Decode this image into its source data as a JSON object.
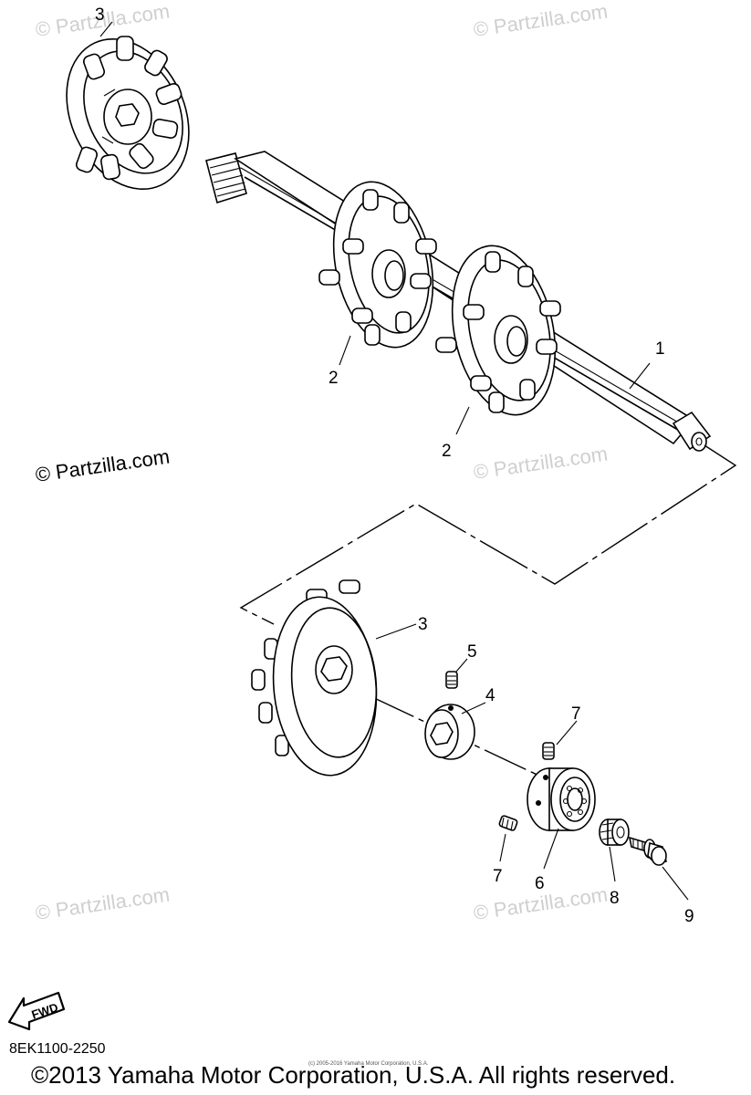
{
  "watermarks": {
    "faint": "© Partzilla.com",
    "strong": "© Partzilla.com"
  },
  "callouts": {
    "shaft": "1",
    "sprocket_a": "2",
    "sprocket_b": "2",
    "wheel_top": "3",
    "wheel_bottom": "3",
    "collar": "4",
    "screw_collar": "5",
    "bearing": "6",
    "screw_upper": "7",
    "screw_lower": "7",
    "nut": "8",
    "bolt": "9"
  },
  "fwd_label": "FWD",
  "part_code": "8EK1100-2250",
  "copyright": "©2013 Yamaha Motor Corporation, U.S.A. All rights reserved.",
  "copyright_small": "(c) 2005-2016 Yamaha Motor Corporation, U.S.A."
}
